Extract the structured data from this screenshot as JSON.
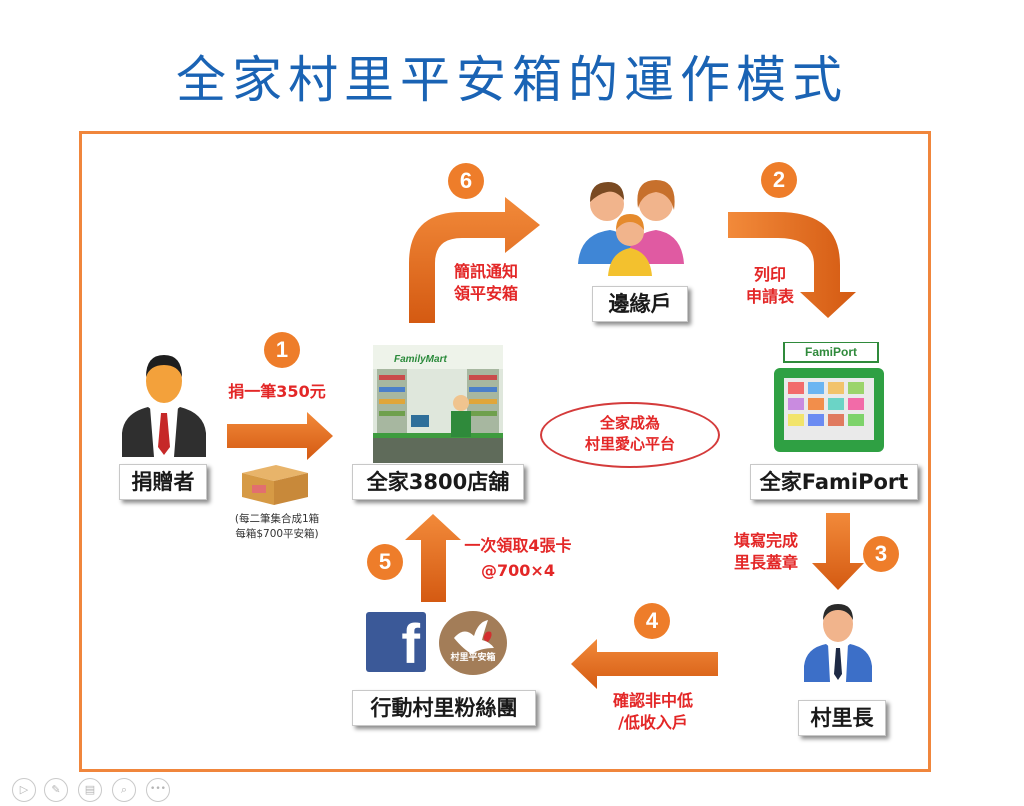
{
  "title": "全家村里平安箱的運作模式",
  "steps": {
    "s1": "1",
    "s2": "2",
    "s3": "3",
    "s4": "4",
    "s5": "5",
    "s6": "6"
  },
  "nodes": {
    "donor": "捐贈者",
    "store": "全家3800店舖",
    "household": "邊緣戶",
    "famiport": "全家FamiPort",
    "village_chief": "村里長",
    "fan_group": "行動村里粉絲團"
  },
  "edge_labels": {
    "donate": "捐一筆350元",
    "print_line1": "列印",
    "print_line2": "申請表",
    "fill_line1": "填寫完成",
    "fill_line2": "里長蓋章",
    "confirm_line1": "確認非中低",
    "confirm_line2": "/低收入戶",
    "collect_line1": "一次領取4張卡",
    "collect_line2": "@700×4",
    "sms_line1": "簡訊通知",
    "sms_line2": "領平安箱"
  },
  "notes": {
    "box_line1": "(每二筆集合成1箱",
    "box_line2": "每箱$700平安箱)"
  },
  "center": {
    "line1": "全家成為",
    "line2": "村里愛心平台"
  },
  "logos": {
    "familymart": "FamilyMart",
    "famiport": "FamiPort",
    "facebook": "f",
    "safebox": "村里平安箱"
  },
  "icons": [
    "play-icon",
    "pen-icon",
    "slides-icon",
    "zoom-icon",
    "more-icon"
  ],
  "colors": {
    "title": "#1a63b4",
    "frame": "#f0863c",
    "arrow": "#e0651a",
    "number_circle": "#ee7d2a",
    "label_red": "#e32727",
    "facebook": "#3b5998"
  }
}
